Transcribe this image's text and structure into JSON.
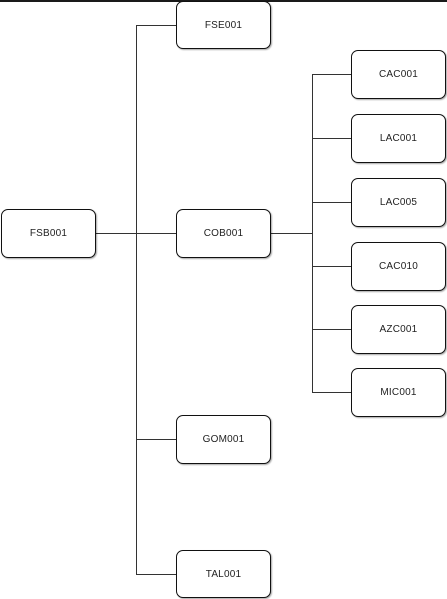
{
  "diagram": {
    "nodes": [
      {
        "id": "root",
        "label": "FSB001"
      },
      {
        "id": "fse001",
        "label": "FSE001"
      },
      {
        "id": "cob001",
        "label": "COB001"
      },
      {
        "id": "gom001",
        "label": "GOM001"
      },
      {
        "id": "tal001",
        "label": "TAL001"
      },
      {
        "id": "cac001",
        "label": "CAC001"
      },
      {
        "id": "lac001",
        "label": "LAC001"
      },
      {
        "id": "lac005",
        "label": "LAC005"
      },
      {
        "id": "cac010",
        "label": "CAC010"
      },
      {
        "id": "azc001",
        "label": "AZC001"
      },
      {
        "id": "mic001",
        "label": "MIC001"
      }
    ],
    "edges": [
      {
        "from": "root",
        "to": "fse001"
      },
      {
        "from": "root",
        "to": "cob001"
      },
      {
        "from": "root",
        "to": "gom001"
      },
      {
        "from": "root",
        "to": "tal001"
      },
      {
        "from": "cob001",
        "to": "cac001"
      },
      {
        "from": "cob001",
        "to": "lac001"
      },
      {
        "from": "cob001",
        "to": "lac005"
      },
      {
        "from": "cob001",
        "to": "cac010"
      },
      {
        "from": "cob001",
        "to": "azc001"
      },
      {
        "from": "cob001",
        "to": "mic001"
      }
    ]
  }
}
